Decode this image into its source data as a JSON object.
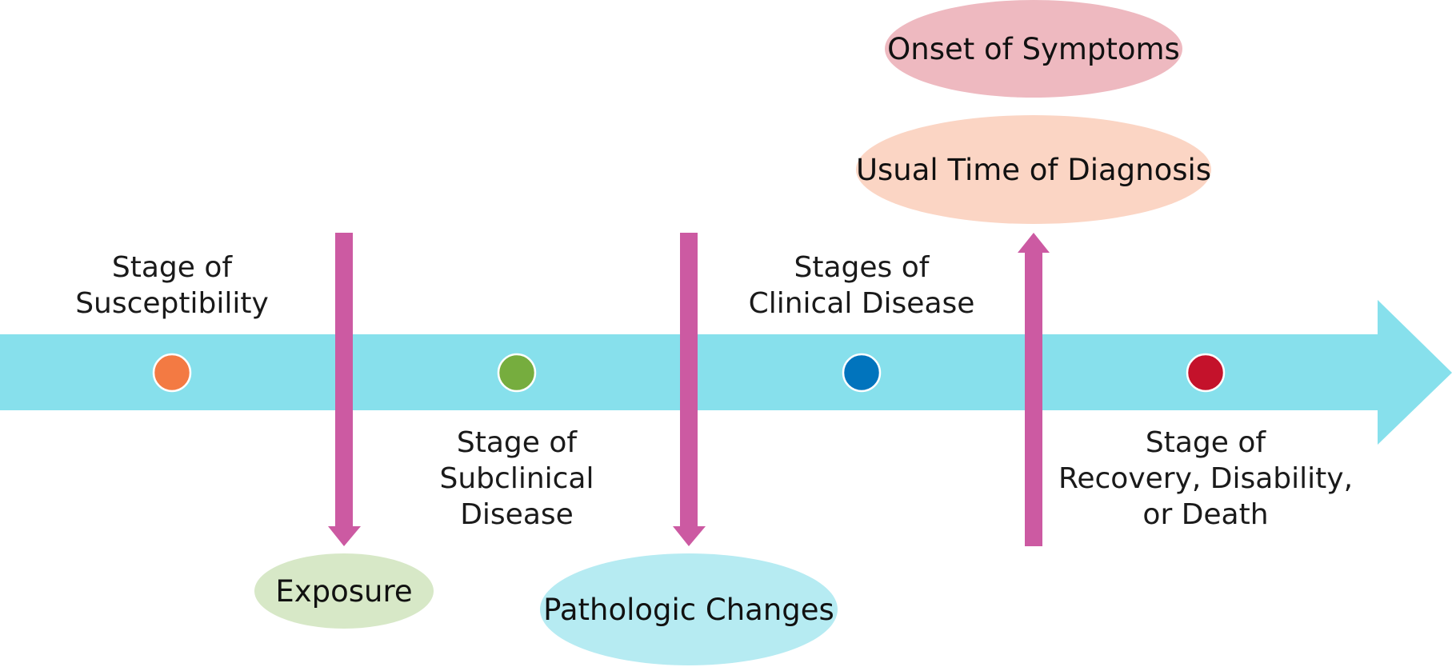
{
  "colors": {
    "timeline": "#87e0ec",
    "connector_arrow": "#cc5aa2",
    "dot_susceptibility": "#f37a43",
    "dot_subclinical": "#76ad3e",
    "dot_clinical": "#0174bd",
    "dot_outcome": "#c4122b",
    "exposure_fill": "#d7e8c7",
    "pathologic_fill": "#b6ebf2",
    "onset_fill": "#eeb9c0",
    "diagnosis_fill": "#fbd5c4"
  },
  "stages": [
    {
      "lines": [
        "Stage of",
        "Susceptibility"
      ]
    },
    {
      "lines": [
        "Stage of",
        "Subclinical",
        "Disease"
      ]
    },
    {
      "lines": [
        "Stages of",
        "Clinical Disease"
      ]
    },
    {
      "lines": [
        "Stage of",
        "Recovery, Disability,",
        "or Death"
      ]
    }
  ],
  "events": {
    "exposure": "Exposure",
    "pathologic_changes": "Pathologic Changes",
    "onset_of_symptoms": "Onset of Symptoms",
    "usual_time_of_diagnosis": "Usual Time of Diagnosis"
  }
}
